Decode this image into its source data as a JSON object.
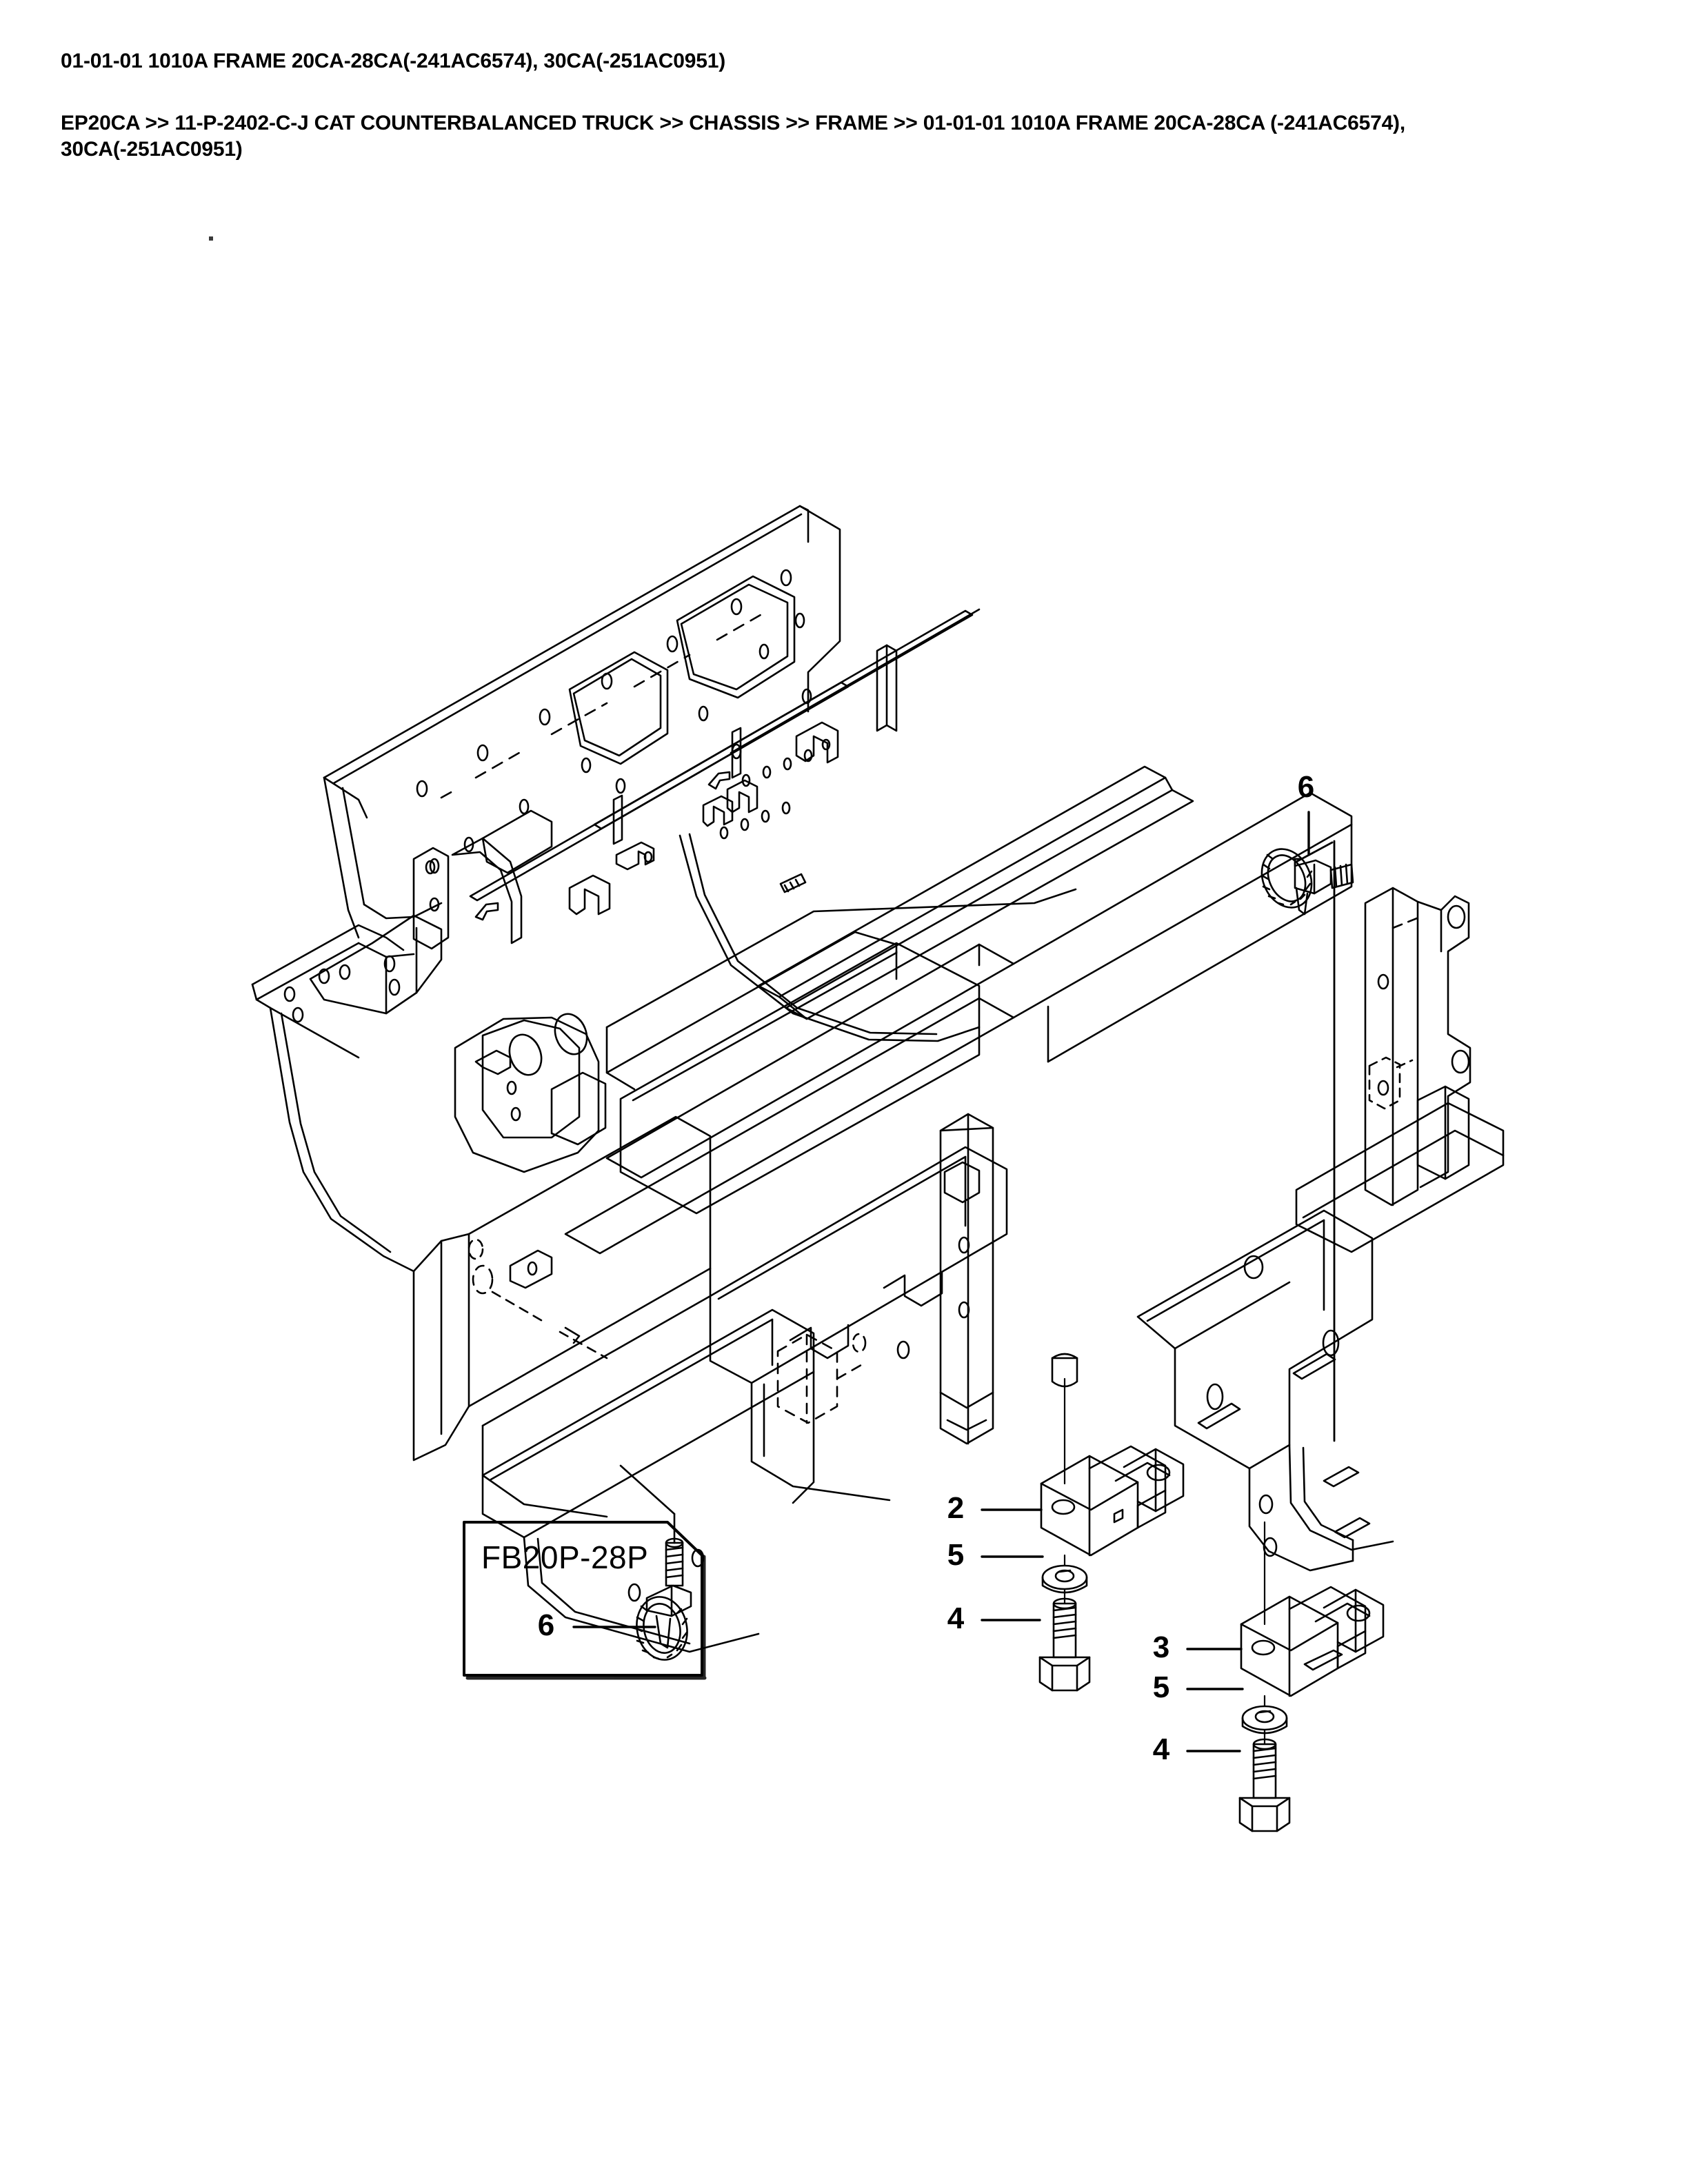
{
  "document": {
    "title": "01-01-01 1010A FRAME 20CA-28CA(-241AC6574), 30CA(-251AC0951)",
    "breadcrumb": "EP20CA >> 11-P-2402-C-J CAT COUNTERBALANCED TRUCK >> CHASSIS >> FRAME >> 01-01-01 1010A FRAME 20CA-28CA (-241AC6574), 30CA(-251AC0951)"
  },
  "diagram": {
    "type": "exploded-parts-assembly",
    "subject": "forklift chassis frame",
    "line_color": "#000000",
    "background_color": "#ffffff",
    "inset": {
      "label": "FB20P-28P",
      "callout": "6"
    },
    "callouts": [
      {
        "id": "c6-top",
        "number": "6",
        "part": "eyelet-clip-bolt",
        "group": "main-top-right"
      },
      {
        "id": "c2",
        "number": "2",
        "part": "mount-bracket-block",
        "group": "left-mount-stack"
      },
      {
        "id": "c5a",
        "number": "5",
        "part": "lock-washer",
        "group": "left-mount-stack"
      },
      {
        "id": "c4a",
        "number": "4",
        "part": "hex-bolt",
        "group": "left-mount-stack"
      },
      {
        "id": "c3",
        "number": "3",
        "part": "mount-bracket-block",
        "group": "right-mount-stack"
      },
      {
        "id": "c5b",
        "number": "5",
        "part": "lock-washer",
        "group": "right-mount-stack"
      },
      {
        "id": "c4b",
        "number": "4",
        "part": "hex-bolt",
        "group": "right-mount-stack"
      },
      {
        "id": "c6-inset",
        "number": "6",
        "part": "eyelet-clip-bolt",
        "group": "inset-fb20p-28p"
      }
    ]
  }
}
